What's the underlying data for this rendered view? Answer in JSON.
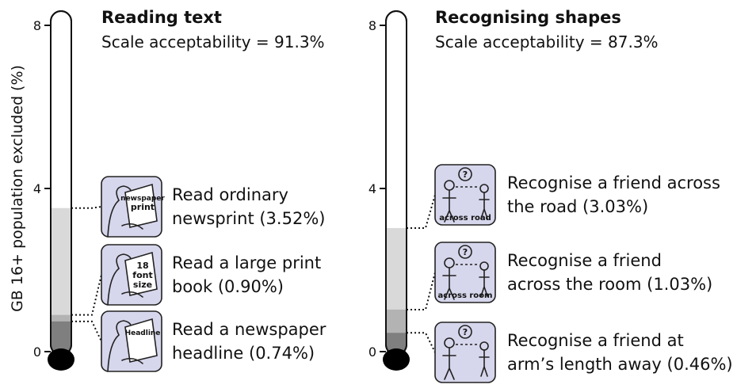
{
  "chart_data": [
    {
      "type": "thermometer",
      "title": "Reading text",
      "subtitle": "Scale acceptability = 91.3%",
      "ylabel": "GB 16+ population excluded (%)",
      "ylim": [
        0,
        8
      ],
      "yticks": [
        0,
        4,
        8
      ],
      "items": [
        {
          "label_line1": "Read ordinary",
          "label_line2": "newsprint (3.52%)",
          "value": 3.52,
          "icon": "newspaper-reading-icon",
          "icon_text": [
            "newspaper",
            "print"
          ]
        },
        {
          "label_line1": "Read a large print",
          "label_line2": "book (0.90%)",
          "value": 0.9,
          "icon": "large-print-book-icon",
          "icon_text": [
            "18",
            "font",
            "size"
          ]
        },
        {
          "label_line1": "Read a newspaper",
          "label_line2": "headline (0.74%)",
          "value": 0.74,
          "icon": "headline-reading-icon",
          "icon_text": [
            "Headline"
          ]
        }
      ]
    },
    {
      "type": "thermometer",
      "title": "Recognising shapes",
      "subtitle": "Scale acceptability = 87.3%",
      "ylim": [
        0,
        8
      ],
      "yticks": [
        0,
        4,
        8
      ],
      "items": [
        {
          "label_line1": "Recognise a friend across",
          "label_line2": "the road (3.03%)",
          "value": 3.03,
          "icon": "recognise-across-road-icon",
          "icon_text": [
            "across road"
          ]
        },
        {
          "label_line1": "Recognise a friend",
          "label_line2": "across the room (1.03%)",
          "value": 1.03,
          "icon": "recognise-across-room-icon",
          "icon_text": [
            "across room"
          ]
        },
        {
          "label_line1": "Recognise a friend at",
          "label_line2": "arm’s length away (0.46%)",
          "value": 0.46,
          "icon": "recognise-arms-length-icon",
          "icon_text": []
        }
      ]
    }
  ],
  "colors": {
    "fill_levels": [
      "#d9d9d9",
      "#b3b3b3",
      "#7f7f7f"
    ],
    "icon_bg": "#d6d6ec",
    "bulb": "#000000"
  }
}
